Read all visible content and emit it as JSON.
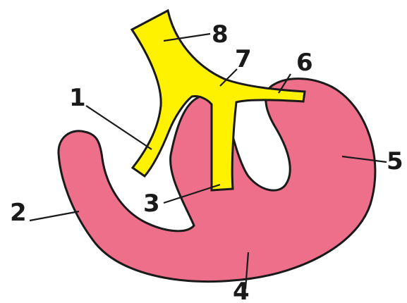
{
  "diagram": {
    "colors": {
      "tissue_fill": "#EE6F8A",
      "vessel_fill": "#FFF200",
      "outline": "#1a1a1a",
      "background": "#ffffff"
    },
    "labels": [
      "1",
      "2",
      "3",
      "4",
      "5",
      "6",
      "7",
      "8"
    ]
  }
}
